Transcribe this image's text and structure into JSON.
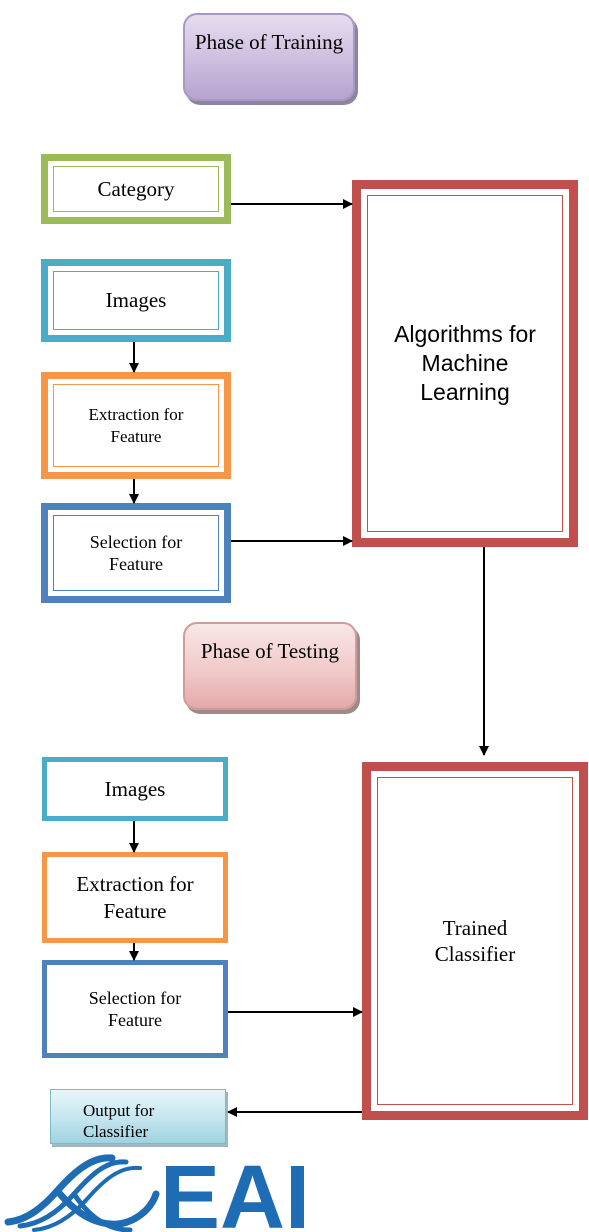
{
  "phases": {
    "training": "Phase of Training",
    "testing": "Phase of Testing"
  },
  "training": {
    "category": "Category",
    "images": "Images",
    "extraction": "Extraction for Feature",
    "selection": "Selection for Feature",
    "algorithms": "Algorithms for Machine Learning"
  },
  "testing": {
    "images": "Images",
    "extraction": "Extraction for Feature",
    "selection": "Selection for Feature",
    "classifier": "Trained Classifier",
    "output": "Output for Classifier"
  },
  "logo": {
    "text": "EAI"
  },
  "colors": {
    "green": "#9bbb59",
    "teal": "#4bacc6",
    "orange": "#f79646",
    "blue": "#4f81bd",
    "red": "#c0504d",
    "logo_blue": "#1e6cb3"
  }
}
